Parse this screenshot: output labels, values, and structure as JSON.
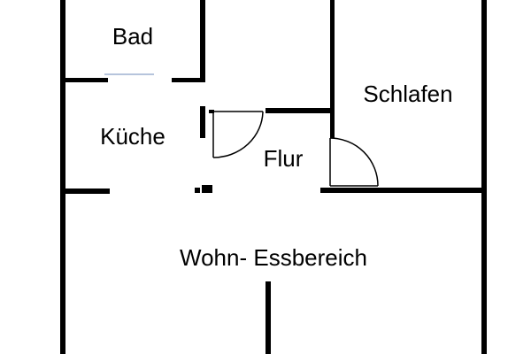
{
  "plan": {
    "rooms": [
      {
        "id": "bad",
        "label": "Bad"
      },
      {
        "id": "kueche",
        "label": "Küche"
      },
      {
        "id": "flur",
        "label": "Flur"
      },
      {
        "id": "schlafen",
        "label": "Schlafen"
      },
      {
        "id": "wohn",
        "label": "Wohn- Essbereich"
      }
    ]
  },
  "colors": {
    "wall": "#000000",
    "background": "#ffffff",
    "opening": "#8aa0c8"
  }
}
